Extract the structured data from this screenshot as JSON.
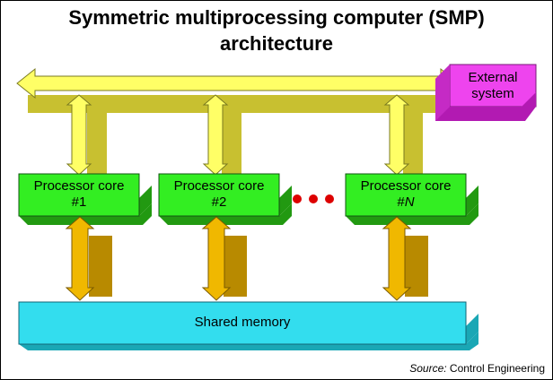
{
  "title": {
    "line1": "Symmetric multiprocessing computer (SMP)",
    "line2": "architecture"
  },
  "external_system": {
    "line1": "External",
    "line2": "system"
  },
  "processors": [
    {
      "line1": "Processor core",
      "line2_prefix": "#",
      "line2_value": "1",
      "line2_italic": false
    },
    {
      "line1": "Processor core",
      "line2_prefix": "#",
      "line2_value": "2",
      "line2_italic": false
    },
    {
      "line1": "Processor core",
      "line2_prefix": "#",
      "line2_value": "N",
      "line2_italic": true
    }
  ],
  "shared_memory": {
    "label": "Shared memory"
  },
  "source": {
    "label": "Source:",
    "value": "Control Engineering"
  },
  "colors": {
    "bus_yellow": "#ffff66",
    "bus_shadow": "#c8c030",
    "processor_green": "#33ee22",
    "processor_shadow": "#229911",
    "memory_cyan": "#33ddee",
    "memory_shadow": "#1aa7b5",
    "external_magenta": "#ee44ee",
    "external_shadow": "#b21ab2",
    "memory_arrow": "#f0b800",
    "ellipsis_dot": "#dd0000"
  }
}
